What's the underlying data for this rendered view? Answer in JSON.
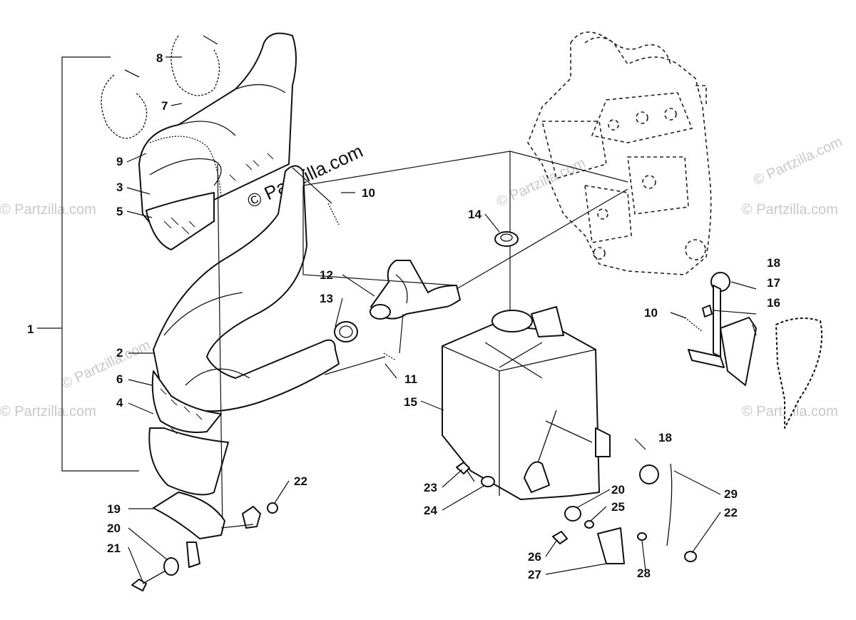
{
  "watermark": {
    "text": "© Partzilla.com",
    "text_dark": "© Partzilla.com"
  },
  "callouts": {
    "c1": "1",
    "c2": "2",
    "c3": "3",
    "c4": "4",
    "c5": "5",
    "c6": "6",
    "c7": "7",
    "c8": "8",
    "c9": "9",
    "c10a": "10",
    "c10b": "10",
    "c11": "11",
    "c12": "12",
    "c13": "13",
    "c14": "14",
    "c15": "15",
    "c16": "16",
    "c17": "17",
    "c18a": "18",
    "c18b": "18",
    "c19": "19",
    "c20a": "20",
    "c20b": "20",
    "c21": "21",
    "c22a": "22",
    "c22b": "22",
    "c23": "23",
    "c24": "24",
    "c25": "25",
    "c26": "26",
    "c27": "27",
    "c28": "28",
    "c29": "29"
  }
}
